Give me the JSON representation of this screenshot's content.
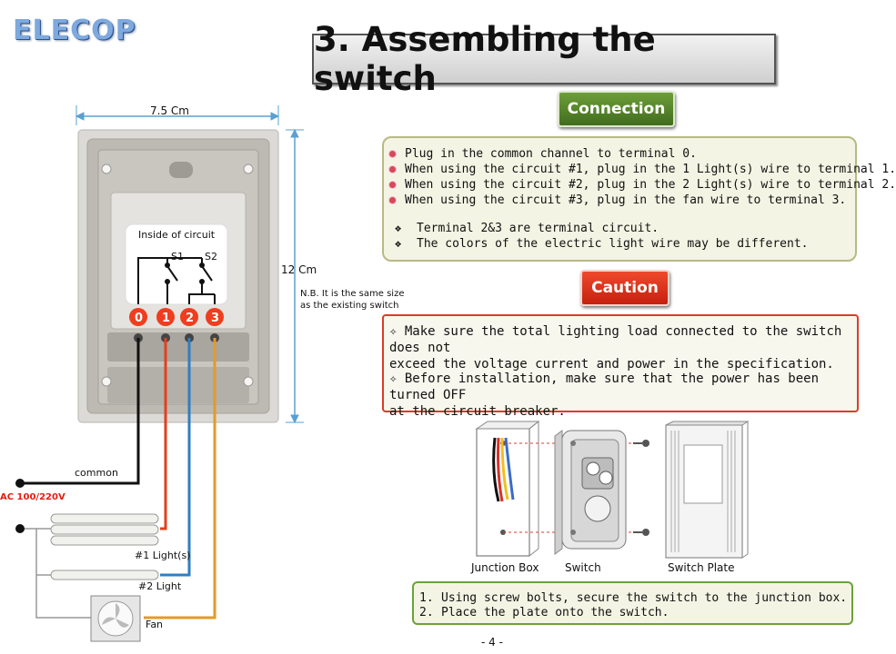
{
  "brand": "ELECOP",
  "title": "3. Assembling the switch",
  "connection": {
    "label": "Connection",
    "bullets": [
      "Plug in the common channel to terminal 0.",
      "When using the circuit #1, plug in the 1 Light(s) wire to terminal 1.",
      "When using the circuit #2, plug in the 2 Light(s) wire to terminal 2.",
      "When using the circuit #3, plug in the fan wire to terminal 3."
    ],
    "notes": [
      "Terminal 2&3 are terminal circuit.",
      "The colors of the electric light wire may be different."
    ]
  },
  "caution": {
    "label": "Caution",
    "items": [
      {
        "line1": "Make sure the total lighting load connected to the switch does not",
        "line2": "exceed the voltage current and power in the specification."
      },
      {
        "line1": "Before installation, make sure that the power has been turned OFF",
        "line2": "at the circuit breaker."
      }
    ]
  },
  "diagram": {
    "width_label": "7.5 Cm",
    "height_label": "12 Cm",
    "inside_label": "Inside of circuit",
    "switch_labels": [
      "S1",
      "S2"
    ],
    "terminals": [
      "0",
      "1",
      "2",
      "3"
    ],
    "nb_note": [
      "N.B. It is the same size",
      "as the existing switch"
    ],
    "common_label": "common",
    "ac_label": "AC 100/220V",
    "light1_label": "#1 Light(s)",
    "light2_label": "#2 Light",
    "fan_label": "Fan",
    "wire_colors": {
      "common": "#111111",
      "light1": "#e2401f",
      "light2": "#2f7fc1",
      "fan": "#e39a2b"
    }
  },
  "assembly": {
    "labels": [
      "Junction Box",
      "Switch",
      "Switch Plate"
    ],
    "steps": [
      {
        "num": "1.",
        "text": "Using screw bolts, secure the switch to the junction box."
      },
      {
        "num": "2.",
        "text": "Place the plate onto the switch."
      }
    ]
  },
  "page_number": "- 4 -"
}
